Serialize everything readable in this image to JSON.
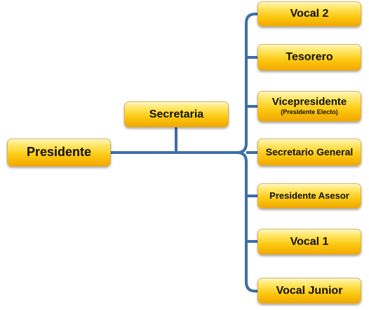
{
  "colors": {
    "connector": "#3d6fa8",
    "box_top": "#fff6b8",
    "box_mid": "#ffe35a",
    "box_bottom": "#f2a700",
    "text": "#111111"
  },
  "nodes": {
    "presidente": {
      "label": "Presidente"
    },
    "secretaria": {
      "label": "Secretaria"
    },
    "vocal2": {
      "label": "Vocal 2"
    },
    "tesorero": {
      "label": "Tesorero"
    },
    "vicepresidente": {
      "label": "Vicepresidente",
      "sub": "(Presidente Electo)"
    },
    "secretario_general": {
      "label": "Secretario General"
    },
    "presidente_asesor": {
      "label": "Presidente Asesor"
    },
    "vocal1": {
      "label": "Vocal 1"
    },
    "vocal_junior": {
      "label": "Vocal Junior"
    }
  }
}
